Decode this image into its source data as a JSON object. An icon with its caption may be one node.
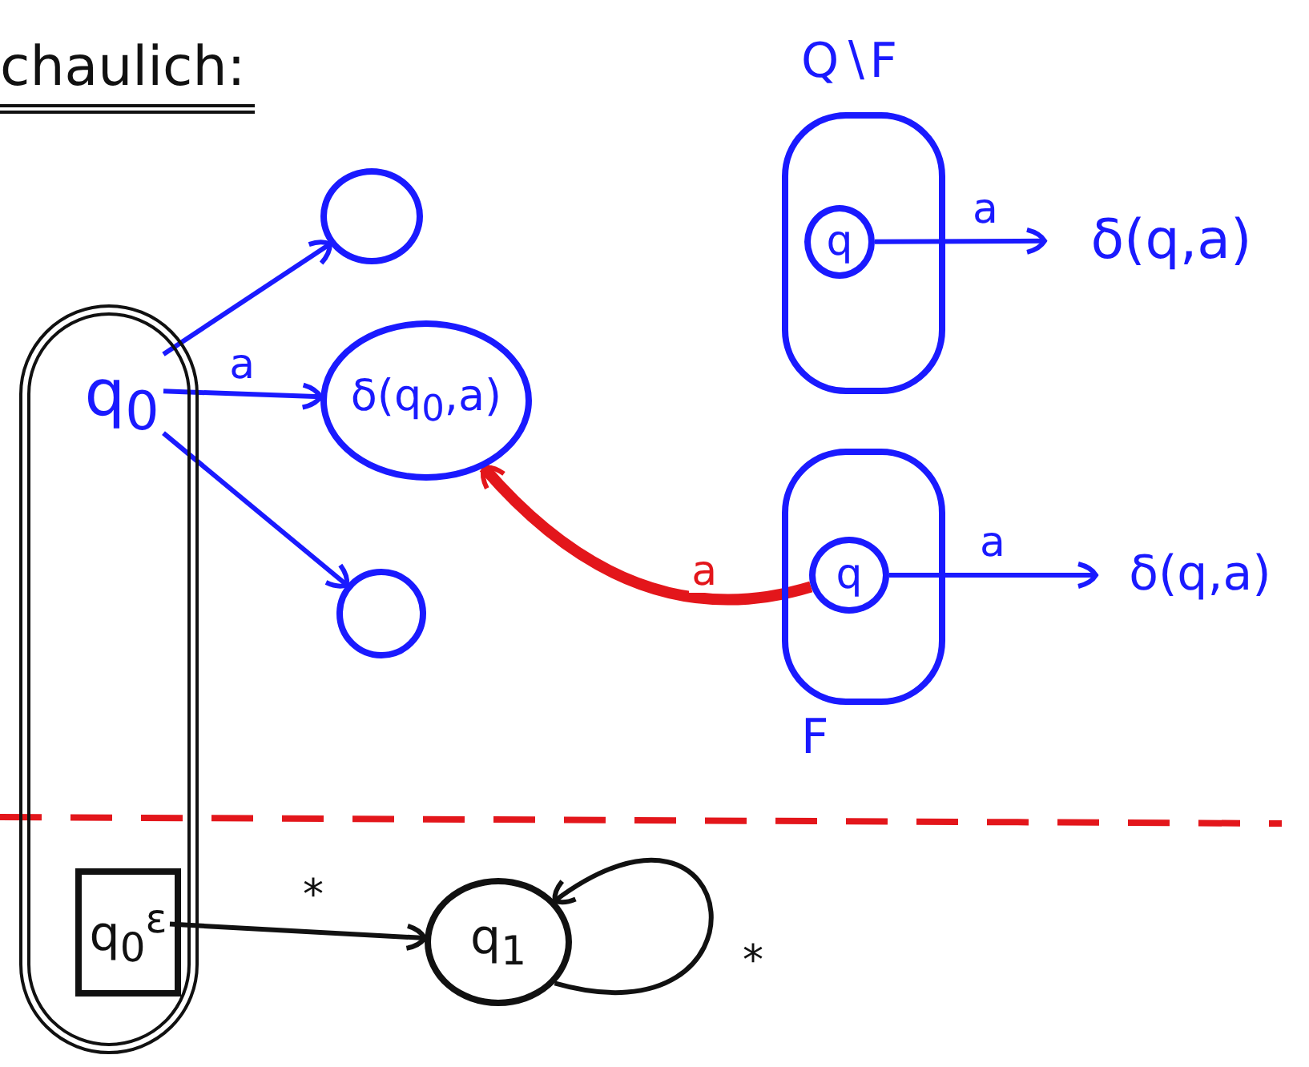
{
  "diagram": {
    "title": "chaulich:",
    "nodes": [
      {
        "text": [],
        "shape": "box"
      },
      {
        "text": [
          "q$_{0}$"
        ],
        "in": 0
      },
      {
        "text": [],
        "shape": "circle"
      },
      {
        "text": [
          "δ(q$_{0}$,a)"
        ]
      },
      {
        "text": [],
        "shape": "circle"
      },
      {
        "text": [
          "Q∖F"
        ]
      },
      {
        "text": [
          "q"
        ],
        "in": 5
      },
      {
        "text": [
          "δ(q,a)"
        ]
      },
      {
        "text": [
          "F"
        ]
      },
      {
        "text": [
          "q"
        ],
        "in": 8
      },
      {
        "text": [
          "δ(q,a)"
        ]
      },
      {
        "text": [
          "q$_{0}$$^{ε}$"
        ],
        "in": 0
      },
      {
        "text": [
          "q$_{1}$"
        ]
      }
    ],
    "edges": [
      {
        "from": 1,
        "to": 2,
        "arrow": "to"
      },
      {
        "from": 1,
        "to": 3,
        "arrow": "to",
        "label": "a"
      },
      {
        "from": 1,
        "to": 4,
        "arrow": "to"
      },
      {
        "from": 6,
        "to": 7,
        "arrow": "to",
        "label": "a"
      },
      {
        "from": 9,
        "to": 10,
        "arrow": "to",
        "label": "a"
      },
      {
        "from": 9,
        "to": 3,
        "arrow": "to",
        "label": "a",
        "style": "thick",
        "color": "#e3161b"
      },
      {
        "from": 11,
        "to": 12,
        "arrow": "to",
        "label": "*",
        "color": "#111111"
      },
      {
        "from": 12,
        "to": 12,
        "arrow": "to",
        "label": "*",
        "color": "#111111"
      }
    ]
  }
}
